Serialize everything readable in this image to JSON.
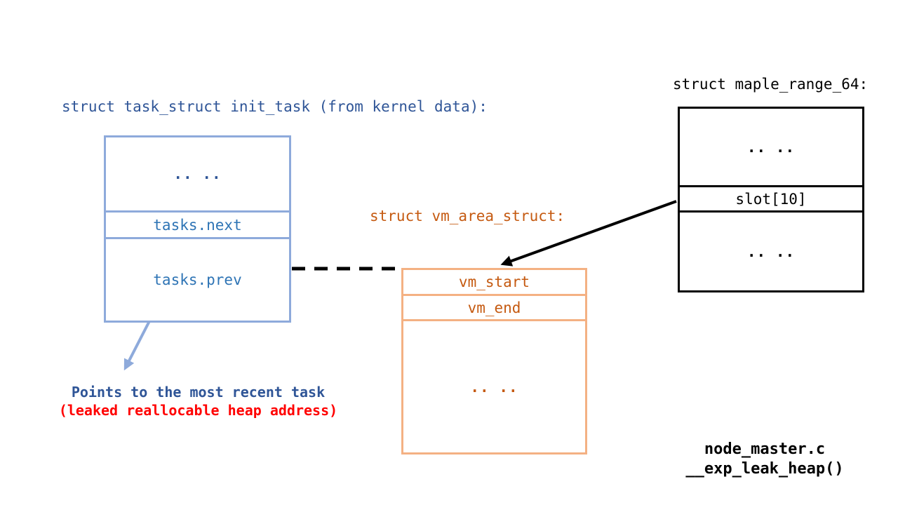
{
  "task_struct": {
    "title": "struct task_struct init_task (from kernel data):",
    "dots": ".. ..",
    "rows": [
      "tasks.next",
      "tasks.prev"
    ]
  },
  "vm_area_struct": {
    "title": "struct vm_area_struct:",
    "rows": [
      "vm_start",
      "vm_end"
    ],
    "dots": ".. .."
  },
  "maple_range": {
    "title": "struct maple_range_64:",
    "dots_top": ".. ..",
    "slot": "slot[10]",
    "dots_bottom": ".. .."
  },
  "annotations": {
    "points_line1": "Points to the most recent task",
    "points_line2": "(leaked reallocable heap address)",
    "source_line1": "node_master.c",
    "source_line2": "__exp_leak_heap()"
  },
  "colors": {
    "blue_border": "#8EAADB",
    "blue_title_text": "#2F5597",
    "blue_row_text": "#2E74B5",
    "orange_border": "#F4B183",
    "orange_text": "#C55A11",
    "black": "#000000",
    "red": "#FF0000",
    "background": "#FFFFFF"
  }
}
